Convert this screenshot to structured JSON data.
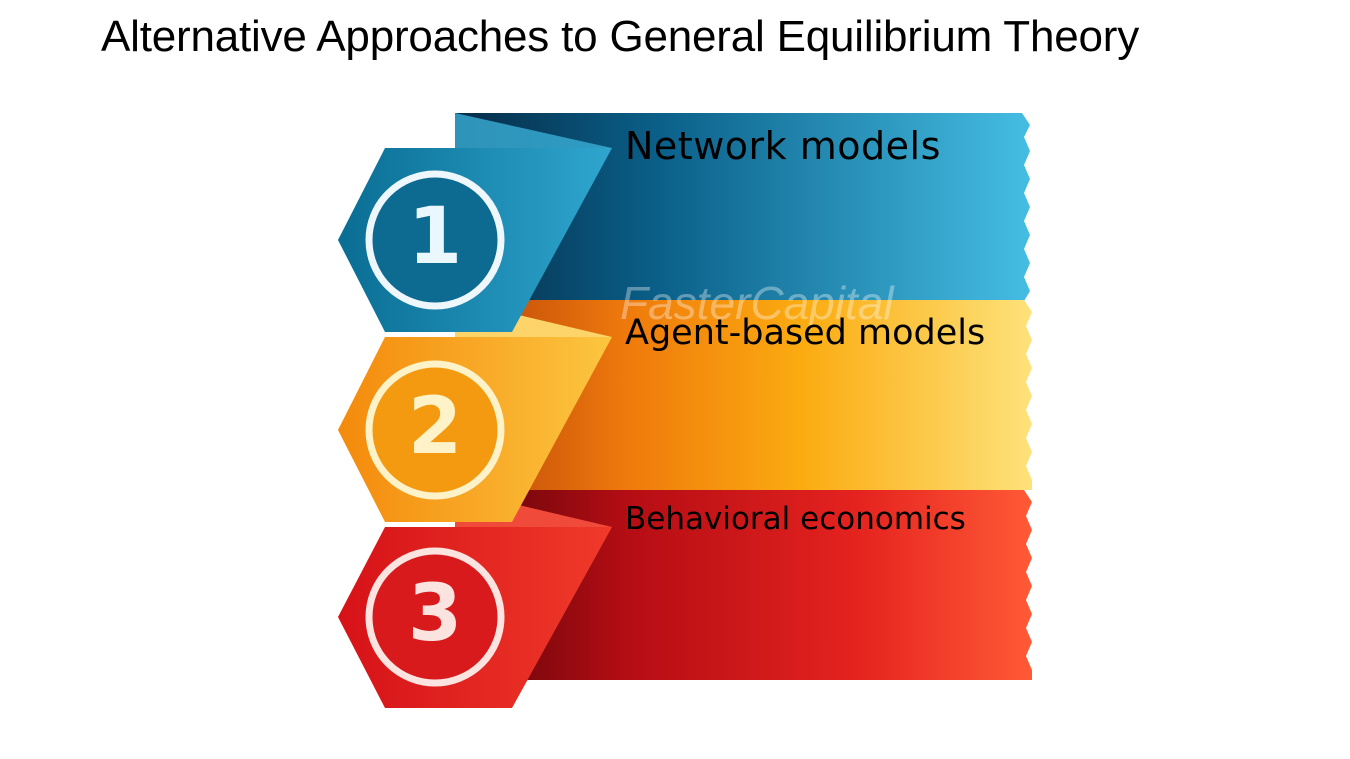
{
  "title": "Alternative Approaches to General Equilibrium Theory",
  "steps": [
    {
      "number": "1",
      "label": "Network models",
      "color": "#0a6e95"
    },
    {
      "number": "2",
      "label": "Agent-based models",
      "color": "#f7a21b"
    },
    {
      "number": "3",
      "label": "Behavioral economics",
      "color": "#d8141c"
    }
  ],
  "watermark": "FasterCapital"
}
